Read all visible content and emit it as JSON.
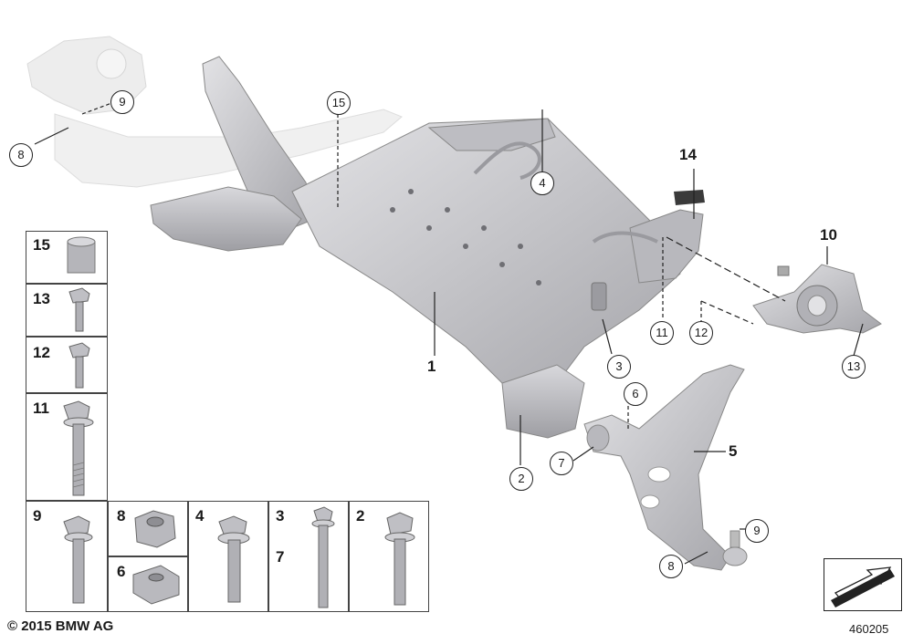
{
  "callouts": {
    "c1": "1",
    "c2": "2",
    "c3": "3",
    "c4": "4",
    "c5": "5",
    "c6": "6",
    "c7": "7",
    "c8a": "8",
    "c8b": "8",
    "c9a": "9",
    "c9b": "9",
    "c10": "10",
    "c11": "11",
    "c12": "12",
    "c13": "13",
    "c14": "14",
    "c15": "15"
  },
  "legend": {
    "n15": "15",
    "n13": "13",
    "n12": "12",
    "n11": "11",
    "n9": "9",
    "n8": "8",
    "n6": "6",
    "n4": "4",
    "n3": "3",
    "n7": "7",
    "n2": "2"
  },
  "footer": {
    "copyright": "© 2015 BMW AG",
    "doc_number": "460205"
  },
  "colors": {
    "part_fill": "#c9c9cd",
    "part_shade": "#a9a9ae",
    "ghost_fill": "#ececec",
    "line": "#222222"
  }
}
